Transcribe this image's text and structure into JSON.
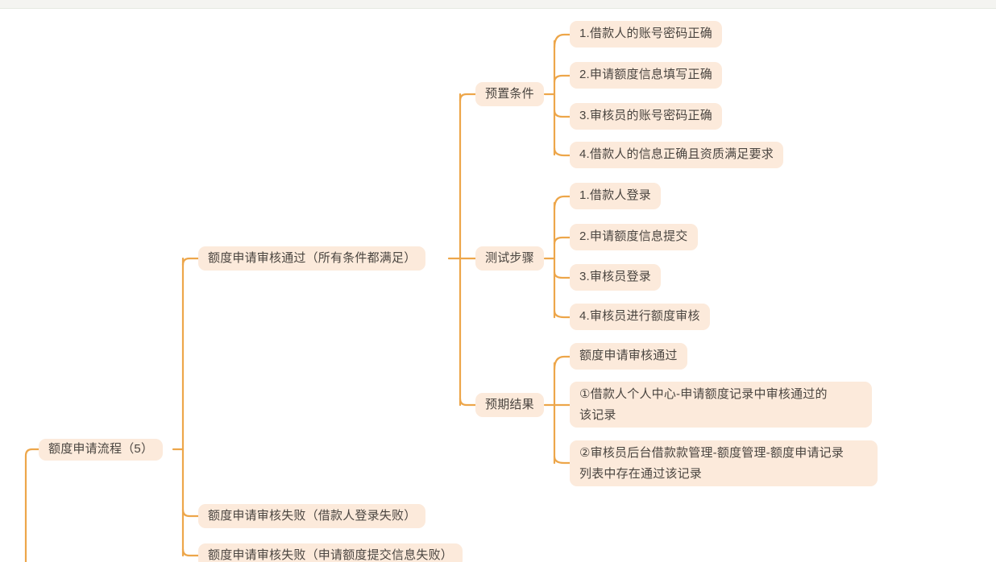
{
  "window": {
    "topbar_visible": true
  },
  "theme": {
    "node_fill": "#fceadb",
    "line_color": "#eda64a",
    "text_color": "#4a4540",
    "canvas_bg": "#ffffff",
    "topbar_bg": "#f4f4f1"
  },
  "mindmap": {
    "root": {
      "label": "额度申请流程（5）"
    },
    "branches": [
      {
        "label": "额度申请审核通过（所有条件都满足）",
        "children": [
          {
            "label": "预置条件",
            "children": [
              {
                "label": "1.借款人的账号密码正确"
              },
              {
                "label": "2.申请额度信息填写正确"
              },
              {
                "label": "3.审核员的账号密码正确"
              },
              {
                "label": "4.借款人的信息正确且资质满足要求"
              }
            ]
          },
          {
            "label": "测试步骤",
            "children": [
              {
                "label": "1.借款人登录"
              },
              {
                "label": "2.申请额度信息提交"
              },
              {
                "label": "3.审核员登录"
              },
              {
                "label": "4.审核员进行额度审核"
              }
            ]
          },
          {
            "label": "预期结果",
            "children": [
              {
                "label": "额度申请审核通过"
              },
              {
                "label": "①借款人个人中心-申请额度记录中审核通过的\n该记录"
              },
              {
                "label": "②审核员后台借款款管理-额度管理-额度申请记录\n列表中存在通过该记录"
              }
            ]
          }
        ]
      },
      {
        "label": "额度申请审核失败（借款人登录失败）"
      },
      {
        "label": "额度申请审核失败（申请额度提交信息失败）"
      }
    ]
  }
}
